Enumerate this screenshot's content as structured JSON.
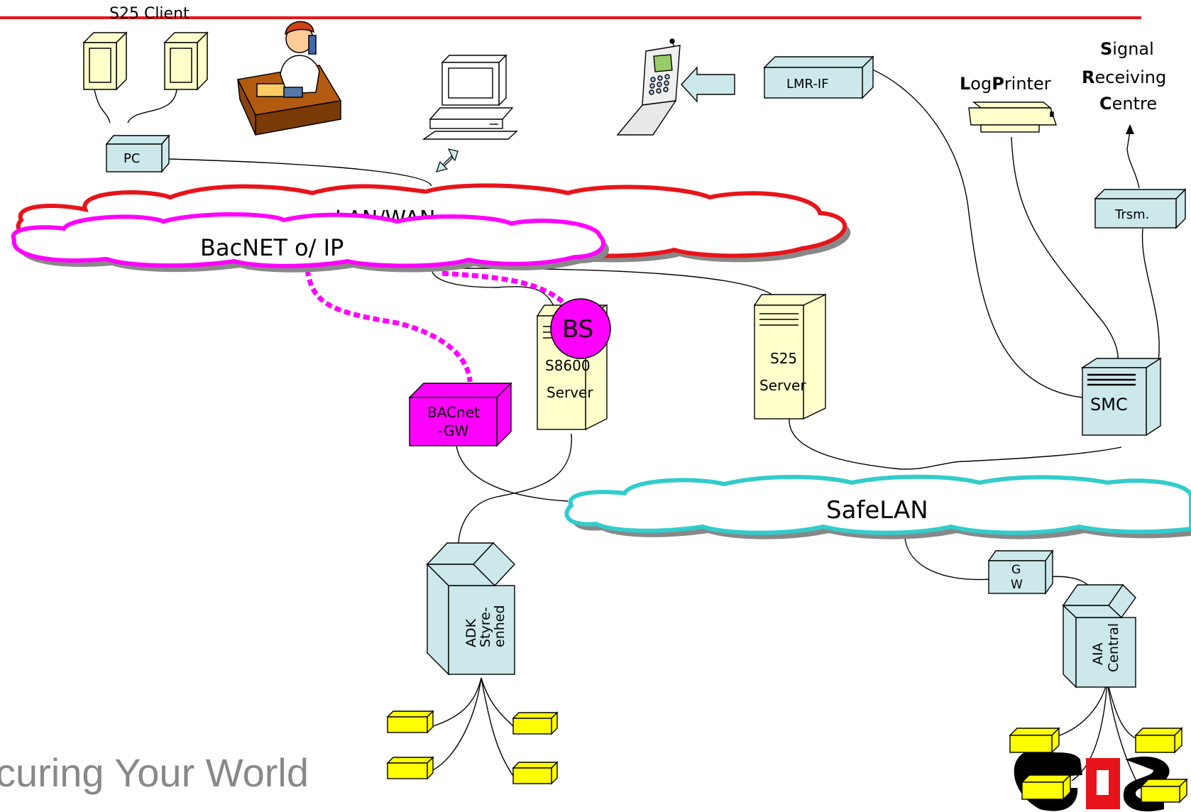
{
  "header_line_color": "#e8141b",
  "labels": {
    "s25_client": "S25 Client",
    "pc": "PC",
    "lan_wan": "LAN/WAN",
    "bacnet_ip": "BacNET o/ IP",
    "lmr_if": "LMR-IF",
    "log_printer": {
      "b1": "L",
      "r1": "og",
      "b2": "P",
      "r2": "rinter"
    },
    "src": [
      {
        "b": "S",
        "r": "ignal"
      },
      {
        "b": "R",
        "r": "eceiving"
      },
      {
        "b": "C",
        "r": "entre"
      }
    ],
    "trsm": "Trsm.",
    "bs": "BS",
    "s8600": [
      "S8600",
      "Server"
    ],
    "s25_server": [
      "S25",
      "Server"
    ],
    "smc": "SMC",
    "bacnet_gw": [
      "BACnet",
      "-GW"
    ],
    "safelan": "SafeLAN",
    "gw": [
      "G",
      "W"
    ],
    "adk": [
      "ADK",
      "Styre-",
      "enhed"
    ],
    "aia": [
      "AIA",
      "Central"
    ]
  },
  "tagline": "curing Your World",
  "logo": "G4S",
  "colors": {
    "lan_cloud": "#e8141b",
    "bacnet_cloud": "#ff00ff",
    "safelan_cloud": "#33cccc",
    "box_cyan": "#cce8ea",
    "box_yellow_light": "#ffffcc",
    "box_magenta": "#ff00ff",
    "sensor_yellow": "#ffff00"
  }
}
